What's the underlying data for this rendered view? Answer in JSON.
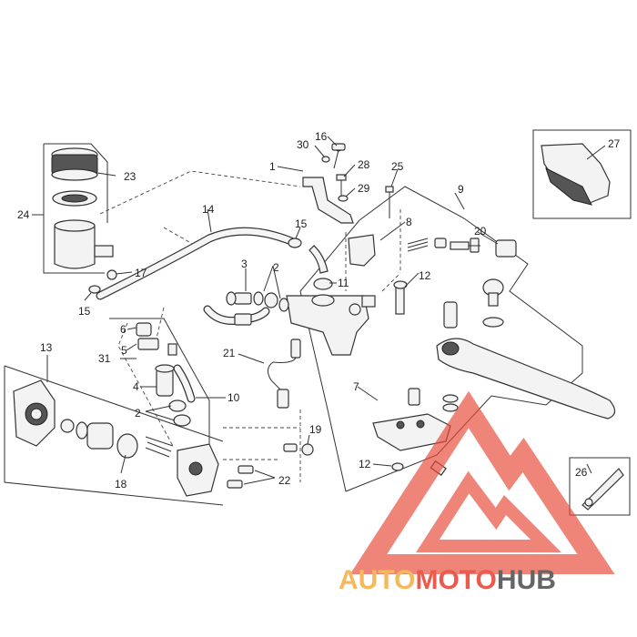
{
  "callouts": {
    "c1": "1",
    "c2a": "2",
    "c2b": "2",
    "c3": "3",
    "c4": "4",
    "c5": "5",
    "c6": "6",
    "c7": "7",
    "c8": "8",
    "c9": "9",
    "c10": "10",
    "c11": "11",
    "c12a": "12",
    "c12b": "12",
    "c13": "13",
    "c14": "14",
    "c15a": "15",
    "c15b": "15",
    "c16": "16",
    "c17": "17",
    "c18": "18",
    "c19": "19",
    "c20": "20",
    "c21": "21",
    "c22": "22",
    "c23": "23",
    "c24": "24",
    "c25": "25",
    "c26": "26",
    "c27": "27",
    "c28": "28",
    "c29": "29",
    "c30": "30",
    "c31": "31"
  },
  "watermark": {
    "part1": "AUTO",
    "part2": "MOTO",
    "part3": "HUB",
    "color_orange": "#f4b24a",
    "color_red": "#e8493a",
    "color_dark": "#555555"
  }
}
